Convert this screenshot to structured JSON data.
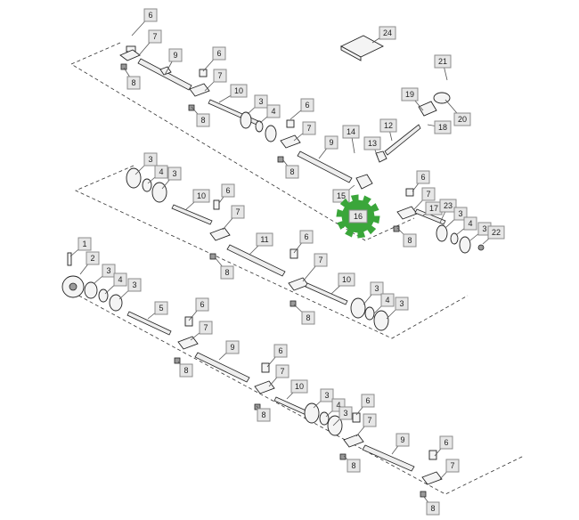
{
  "diagram": {
    "callouts": [
      "6",
      "7",
      "8",
      "9",
      "6",
      "7",
      "8",
      "10",
      "3",
      "4",
      "6",
      "9",
      "7",
      "8",
      "14",
      "13",
      "12",
      "19",
      "20",
      "18",
      "21",
      "24",
      "15",
      "16",
      "6",
      "7",
      "8",
      "17",
      "23",
      "3",
      "4",
      "3",
      "22",
      "3",
      "4",
      "3",
      "10",
      "6",
      "7",
      "8",
      "11",
      "6",
      "7",
      "8",
      "10",
      "3",
      "4",
      "3",
      "1",
      "2",
      "3",
      "4",
      "3",
      "5",
      "6",
      "7",
      "8",
      "9",
      "6",
      "7",
      "8",
      "10",
      "3",
      "4",
      "3",
      "6",
      "7",
      "8",
      "9",
      "6",
      "7",
      "8"
    ],
    "highlighted_part": "16",
    "highlight_color": "#3aa63a",
    "callout_fill": "#e6e6e6",
    "line_color": "#333333"
  }
}
